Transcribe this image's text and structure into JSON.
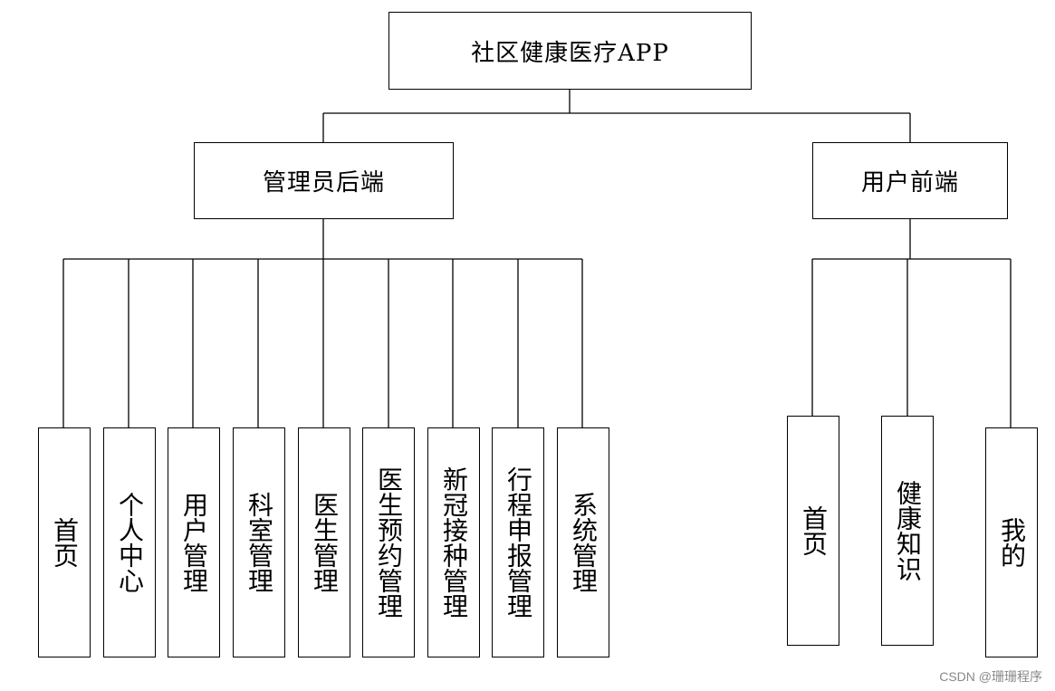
{
  "diagram": {
    "root": "社区健康医疗APP",
    "branches": [
      {
        "label": "管理员后端",
        "children": [
          "首页",
          "个人中心",
          "用户管理",
          "科室管理",
          "医生管理",
          "医生预约管理",
          "新冠接种管理",
          "行程申报管理",
          "系统管理"
        ]
      },
      {
        "label": "用户前端",
        "children": [
          "首页",
          "健康知识",
          "我的"
        ]
      }
    ]
  },
  "watermark": "CSDN @珊珊程序"
}
